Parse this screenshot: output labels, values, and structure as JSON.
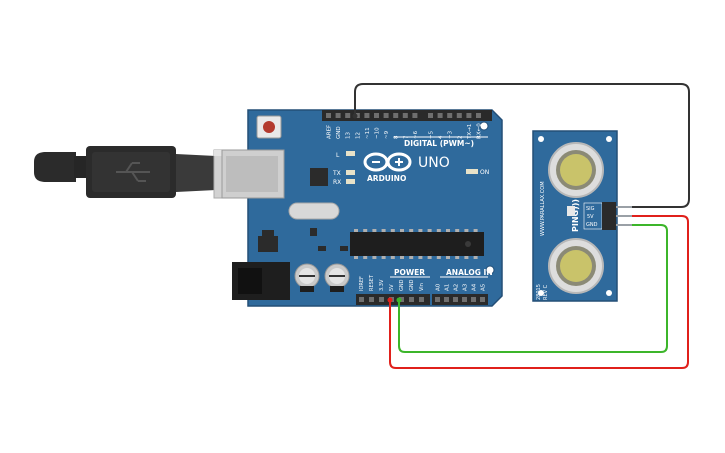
{
  "arduino": {
    "brand": "ARDUINO",
    "model": "UNO",
    "digital_header_label": "DIGITAL (PWM~)",
    "power_label": "POWER",
    "analog_label": "ANALOG IN",
    "on_label": "ON",
    "led_labels": [
      "L",
      "TX",
      "RX"
    ],
    "top_pin_labels": [
      "AREF",
      "GND",
      "13",
      "12",
      "~11",
      "~10",
      "~9",
      "8",
      "7",
      "~6",
      "~5",
      "4",
      "~3",
      "2",
      "TX→1",
      "RX←0"
    ],
    "power_pin_labels": [
      "IOREF",
      "RESET",
      "3.3V",
      "5V",
      "GND",
      "GND",
      "Vin"
    ],
    "analog_pin_labels": [
      "A0",
      "A1",
      "A2",
      "A3",
      "A4",
      "A5"
    ]
  },
  "sensor": {
    "name": "PING)))",
    "maker": "WWW.PARALLAX.COM",
    "part_number": "28015",
    "revision": "REV C",
    "pin_labels": [
      "SIG",
      "5V",
      "GND"
    ]
  },
  "wires": [
    {
      "id": "signal",
      "from": "Arduino pin 13",
      "to": "PING SIG",
      "color": "#333333"
    },
    {
      "id": "power",
      "from": "Arduino 5V",
      "to": "PING 5V",
      "color": "#e0201b"
    },
    {
      "id": "ground",
      "from": "Arduino GND",
      "to": "PING GND",
      "color": "#3cb52a"
    }
  ],
  "colors": {
    "board": "#2f6a9c",
    "board_edge": "#244f77",
    "sensor_board": "#2f6a9c",
    "header": "#2a2a2a",
    "usb_body": "#2b2b2b",
    "usb_metal": "#d2d2d2"
  }
}
